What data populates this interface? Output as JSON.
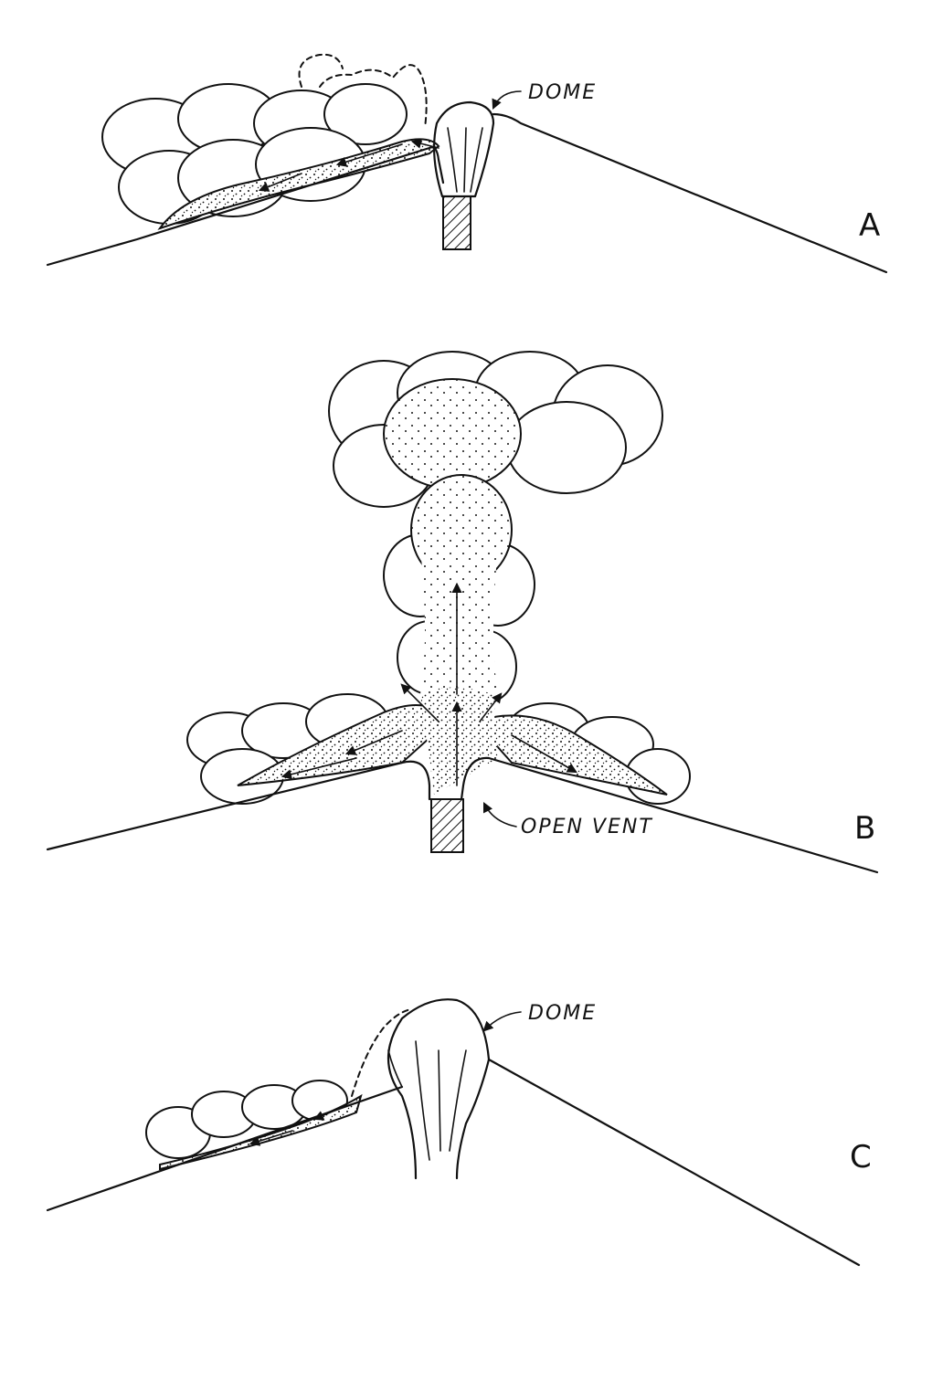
{
  "panels": [
    {
      "letter": "A",
      "callouts": [
        "DOME"
      ]
    },
    {
      "letter": "B",
      "callouts": [
        "OPEN VENT"
      ]
    },
    {
      "letter": "C",
      "callouts": [
        "DOME"
      ]
    }
  ]
}
